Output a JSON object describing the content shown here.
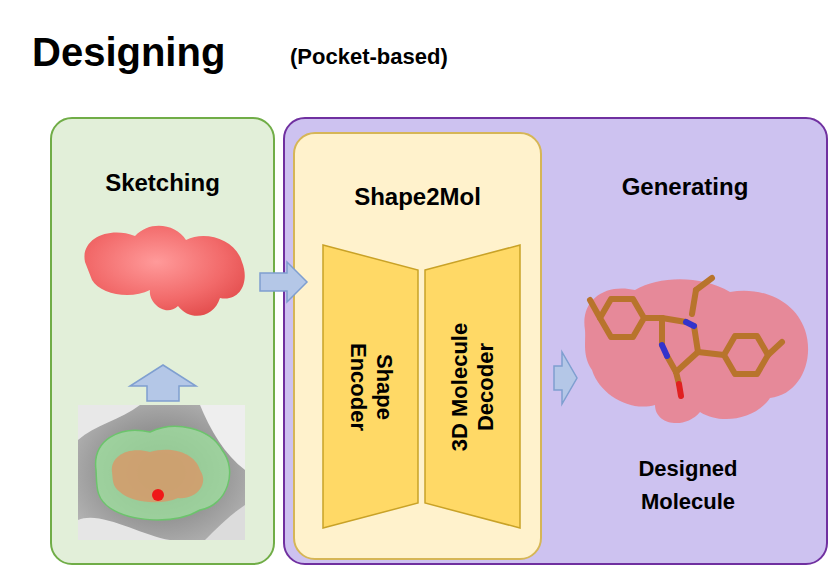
{
  "diagram": {
    "title": "Designing",
    "nodes": [
      {
        "text": [
          "Sketching"
        ]
      },
      {
        "text": [
          "Generating"
        ]
      },
      {
        "text": [
          "Shape2Mol"
        ],
        "in": 1
      },
      {
        "text": [
          "Shape Encoder"
        ],
        "in": 2
      },
      {
        "text": [
          "3D Molecule Decoder"
        ],
        "in": 2
      }
    ],
    "edges": [
      {
        "from": 0,
        "to": 2,
        "arrow": "to"
      }
    ],
    "labels": [
      "(Pocket-based)",
      "Designed Molecule"
    ]
  }
}
